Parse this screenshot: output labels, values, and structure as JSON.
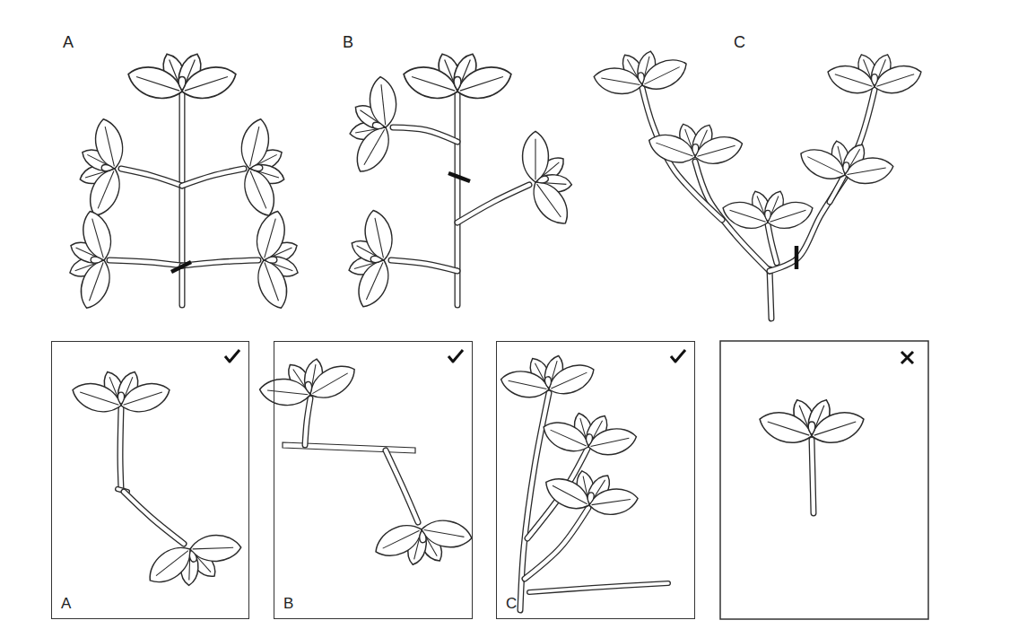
{
  "diagram": {
    "nodes": [
      {
        "text": [
          "A"
        ]
      },
      {
        "text": [
          "B"
        ]
      },
      {
        "text": [
          "C"
        ]
      }
    ],
    "labels": [
      "A",
      "B",
      "C"
    ]
  }
}
